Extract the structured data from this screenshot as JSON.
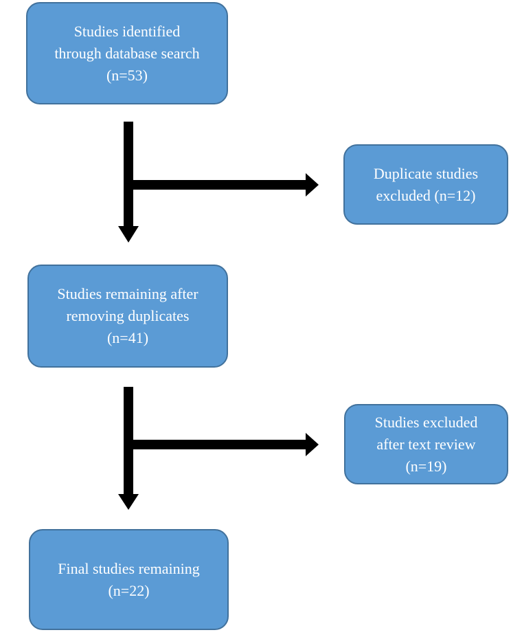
{
  "diagram": {
    "type": "flowchart",
    "subject": "study-selection-flow",
    "nodes": [
      {
        "id": "identified",
        "text": "Studies identified\nthrough database search\n(n=53)",
        "n": 53
      },
      {
        "id": "duplicates_excluded",
        "text": "Duplicate studies\nexcluded (n=12)",
        "n": 12
      },
      {
        "id": "after_duplicates",
        "text": "Studies remaining after\nremoving duplicates\n(n=41)",
        "n": 41
      },
      {
        "id": "text_review_excluded",
        "text": "Studies excluded\nafter text review\n(n=19)",
        "n": 19
      },
      {
        "id": "final",
        "text": "Final studies remaining\n(n=22)",
        "n": 22
      }
    ],
    "edges": [
      {
        "from": "identified",
        "to": "after_duplicates",
        "direction": "down"
      },
      {
        "from": "identified",
        "to": "duplicates_excluded",
        "direction": "right"
      },
      {
        "from": "after_duplicates",
        "to": "final",
        "direction": "down"
      },
      {
        "from": "after_duplicates",
        "to": "text_review_excluded",
        "direction": "right"
      }
    ]
  },
  "colors": {
    "box_fill": "#5B9BD5",
    "box_border": "#41719C",
    "box_text": "#FFFFFF",
    "arrow": "#000000",
    "background": "#FFFFFF"
  }
}
